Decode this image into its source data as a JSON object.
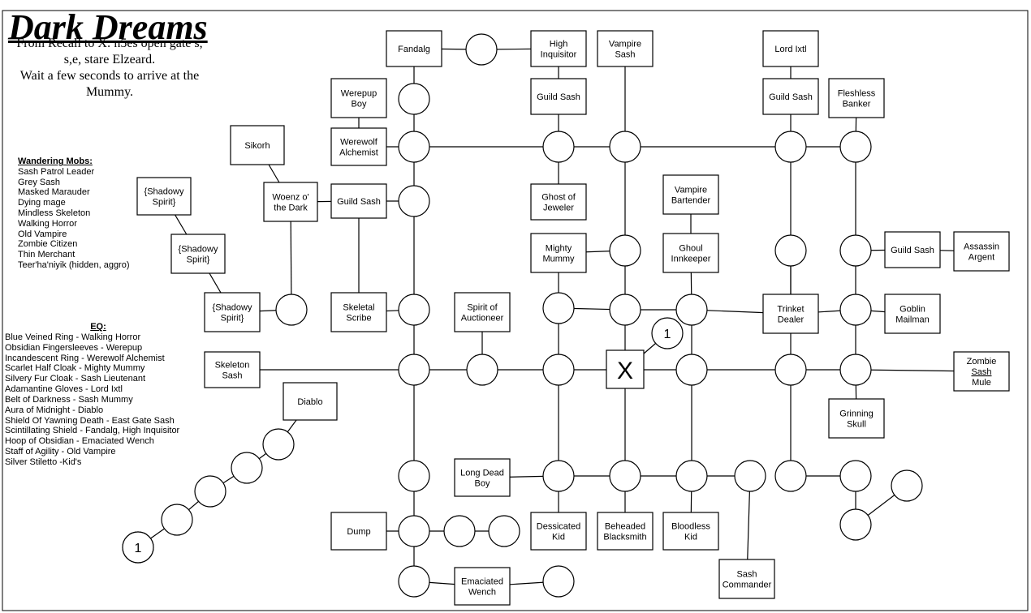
{
  "title": "Dark Dreams",
  "directions": [
    "From Recall to X: n5es open gate s,",
    "s,e, stare Elzeard.",
    "Wait a few seconds to arrive at the",
    "Mummy."
  ],
  "wandering_mobs": {
    "header": "Wandering Mobs:",
    "items": [
      "Sash Patrol Leader",
      "Grey Sash",
      "Masked Marauder",
      "Dying mage",
      "Mindless Skeleton",
      "Walking Horror",
      "Old Vampire",
      "Zombie Citizen",
      "Thin Merchant",
      "Teer'ha'niyik (hidden, aggro)"
    ]
  },
  "eq": {
    "header": "EQ:",
    "items": [
      "Blue Veined Ring - Walking Horror",
      "Obsidian Fingersleeves - Werepup",
      "Incandescent Ring - Werewolf Alchemist",
      "Scarlet Half Cloak - Mighty Mummy",
      "Silvery Fur Cloak - Sash Lieutenant",
      "Adamantine Gloves - Lord Ixtl",
      "Belt of Darkness - Sash Mummy",
      "Aura of Midnight - Diablo",
      "Shield Of Yawning Death - East Gate Sash",
      "Scintillating Shield - Fandalg, High Inquisitor",
      "Hoop of Obsidian - Emaciated Wench",
      "Staff of Agility - Old Vampire",
      "Silver Stiletto -Kid's"
    ]
  },
  "rooms": [
    {
      "id": "fandalg",
      "lines": [
        "Fandalg"
      ]
    },
    {
      "id": "high-inquisitor",
      "lines": [
        "High",
        "Inquisitor"
      ]
    },
    {
      "id": "vampire-sash",
      "lines": [
        "Vampire",
        "Sash"
      ]
    },
    {
      "id": "lord-ixtl",
      "lines": [
        "Lord Ixtl"
      ]
    },
    {
      "id": "werepup-boy",
      "lines": [
        "Werepup",
        "Boy"
      ]
    },
    {
      "id": "guild-sash-1",
      "lines": [
        "Guild Sash"
      ]
    },
    {
      "id": "guild-sash-2",
      "lines": [
        "Guild Sash"
      ]
    },
    {
      "id": "fleshless-banker",
      "lines": [
        "Fleshless",
        "Banker"
      ]
    },
    {
      "id": "sikorh",
      "lines": [
        "Sikorh"
      ]
    },
    {
      "id": "werewolf-alchemist",
      "lines": [
        "Werewolf",
        "Alchemist"
      ]
    },
    {
      "id": "shadowy-spirit-1",
      "lines": [
        "{Shadowy",
        "Spirit}"
      ]
    },
    {
      "id": "woenz",
      "lines": [
        "Woenz o'",
        "the Dark"
      ]
    },
    {
      "id": "guild-sash-3",
      "lines": [
        "Guild Sash"
      ]
    },
    {
      "id": "ghost-of-jeweler",
      "lines": [
        "Ghost of",
        "Jeweler"
      ]
    },
    {
      "id": "vampire-bartender",
      "lines": [
        "Vampire",
        "Bartender"
      ]
    },
    {
      "id": "shadowy-spirit-2",
      "lines": [
        "{Shadowy",
        "Spirit}"
      ]
    },
    {
      "id": "mighty-mummy",
      "lines": [
        "Mighty",
        "Mummy"
      ]
    },
    {
      "id": "ghoul-innkeeper",
      "lines": [
        "Ghoul",
        "Innkeeper"
      ]
    },
    {
      "id": "guild-sash-4",
      "lines": [
        "Guild Sash"
      ]
    },
    {
      "id": "assassin-argent",
      "lines": [
        "Assassin",
        "Argent"
      ]
    },
    {
      "id": "shadowy-spirit-3",
      "lines": [
        "{Shadowy",
        "Spirit}"
      ]
    },
    {
      "id": "skeletal-scribe",
      "lines": [
        "Skeletal",
        "Scribe"
      ]
    },
    {
      "id": "spirit-of-auctioneer",
      "lines": [
        "Spirit of",
        "Auctioneer"
      ]
    },
    {
      "id": "trinket-dealer",
      "lines": [
        "Trinket",
        "Dealer"
      ]
    },
    {
      "id": "goblin-mailman",
      "lines": [
        "Goblin",
        "Mailman"
      ]
    },
    {
      "id": "skeleton-sash",
      "lines": [
        "Skeleton",
        "Sash"
      ]
    },
    {
      "id": "zombie-sash-mule",
      "lines": [
        "Zombie",
        "Sash",
        "Mule"
      ]
    },
    {
      "id": "diablo",
      "lines": [
        "Diablo"
      ]
    },
    {
      "id": "grinning-skull",
      "lines": [
        "Grinning",
        "Skull"
      ]
    },
    {
      "id": "long-dead-boy",
      "lines": [
        "Long Dead",
        "Boy"
      ]
    },
    {
      "id": "dump",
      "lines": [
        "Dump"
      ]
    },
    {
      "id": "dessicated-kid",
      "lines": [
        "Dessicated",
        "Kid"
      ]
    },
    {
      "id": "beheaded-blacksmith",
      "lines": [
        "Beheaded",
        "Blacksmith"
      ]
    },
    {
      "id": "bloodless-kid",
      "lines": [
        "Bloodless",
        "Kid"
      ]
    },
    {
      "id": "emaciated-wench",
      "lines": [
        "Emaciated",
        "Wench"
      ]
    },
    {
      "id": "sash-commander",
      "lines": [
        "Sash",
        "Commander"
      ]
    }
  ],
  "marks": {
    "x": "X",
    "marker_1": "1"
  }
}
